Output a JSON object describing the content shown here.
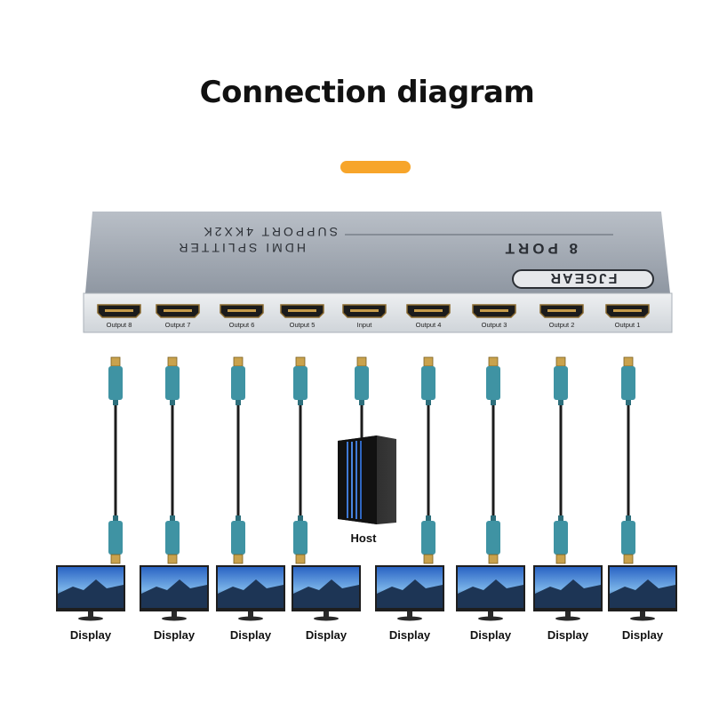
{
  "title": "Connection diagram",
  "colors": {
    "accent": "#f7a52a",
    "device_body": "#9aa2ad",
    "device_front": "#e4e7ea",
    "cable_connector": "#3f93a3",
    "cable_wire": "#1c1c1c"
  },
  "device": {
    "brand": "FJGEAR",
    "model_line1": "8 PORT",
    "model_line2": "HDMI SPLITTER",
    "model_line3": "SUPPORT 4KX2K",
    "ports": [
      "Output 8",
      "Output 7",
      "Output 6",
      "Output 5",
      "Input",
      "Output 4",
      "Output 3",
      "Output 2",
      "Output 1"
    ]
  },
  "host_label": "Host",
  "display_labels": [
    "Display",
    "Display",
    "Display",
    "Display",
    "Display",
    "Display",
    "Display",
    "Display"
  ]
}
